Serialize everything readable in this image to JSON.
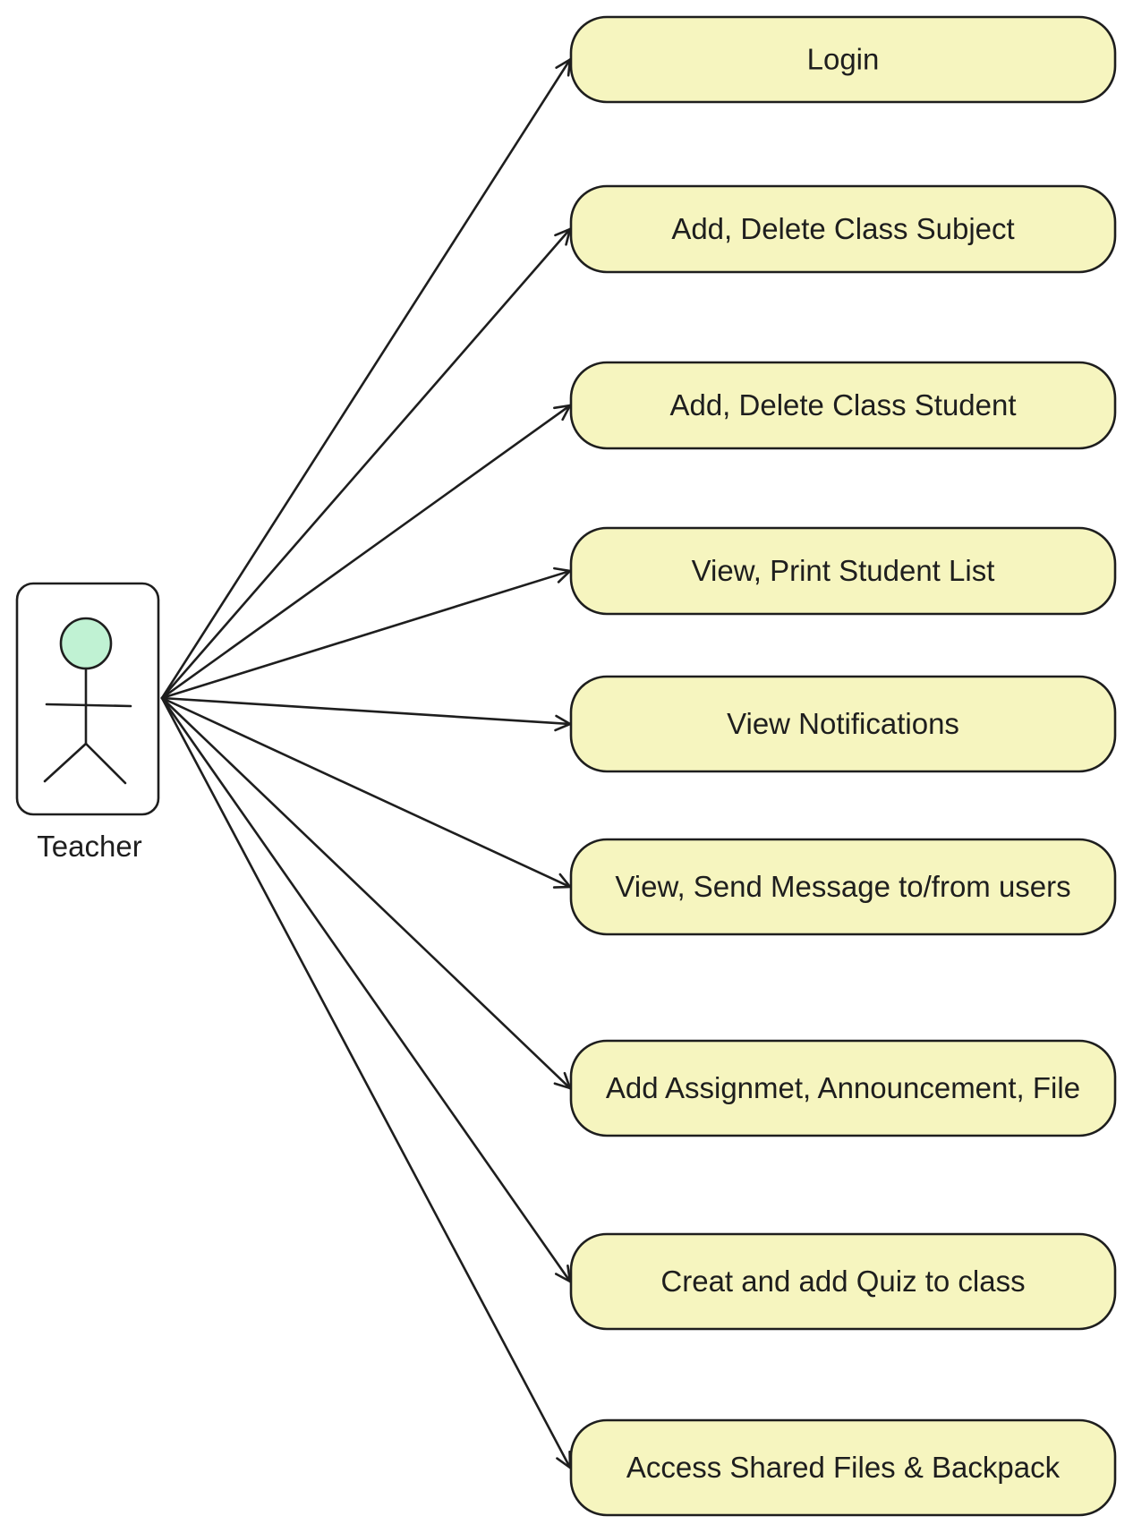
{
  "actor": {
    "label": "Teacher",
    "head_color": "#c0f2d3"
  },
  "colors": {
    "usecase_fill": "#f6f5bf",
    "stroke": "#1e1e1e",
    "background": "#ffffff"
  },
  "use_cases": [
    {
      "id": "login",
      "label": "Login"
    },
    {
      "id": "add-delete-class-subject",
      "label": "Add, Delete Class Subject"
    },
    {
      "id": "add-delete-class-student",
      "label": "Add, Delete Class Student"
    },
    {
      "id": "view-print-student-list",
      "label": "View, Print Student List"
    },
    {
      "id": "view-notifications",
      "label": "View Notifications"
    },
    {
      "id": "view-send-message",
      "label": "View, Send Message to/from users"
    },
    {
      "id": "add-assignment",
      "label": "Add Assignmet, Announcement, File"
    },
    {
      "id": "create-quiz",
      "label": "Creat and add Quiz to class"
    },
    {
      "id": "access-shared-files",
      "label": "Access Shared Files & Backpack"
    }
  ]
}
